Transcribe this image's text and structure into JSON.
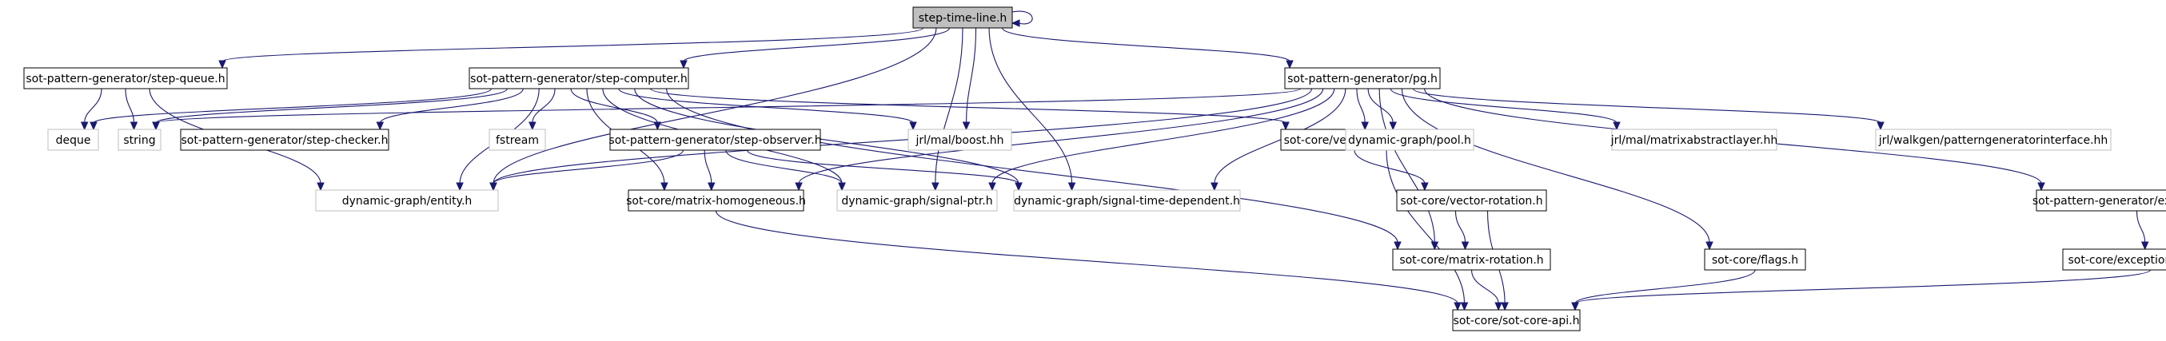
{
  "diagram": {
    "type": "include-dependency-graph",
    "colors": {
      "edge": "#191970",
      "box_black": "#000000",
      "box_gray": "#bfbfbf",
      "root_fill": "#bfbfbf"
    },
    "nodes": [
      {
        "id": "root",
        "label": "step-time-line.h",
        "style": "root"
      },
      {
        "id": "sq",
        "label": "sot-pattern-generator/step-queue.h",
        "style": "black"
      },
      {
        "id": "sc",
        "label": "sot-pattern-generator/step-computer.h",
        "style": "black"
      },
      {
        "id": "pg",
        "label": "sot-pattern-generator/pg.h",
        "style": "black"
      },
      {
        "id": "deque",
        "label": "deque",
        "style": "gray"
      },
      {
        "id": "string",
        "label": "string",
        "style": "gray"
      },
      {
        "id": "checker",
        "label": "sot-pattern-generator/step-checker.h",
        "style": "black"
      },
      {
        "id": "fstream",
        "label": "fstream",
        "style": "gray"
      },
      {
        "id": "observer",
        "label": "sot-pattern-generator/step-observer.h",
        "style": "black"
      },
      {
        "id": "boost",
        "label": "jrl/mal/boost.hh",
        "style": "gray"
      },
      {
        "id": "vrpy",
        "label": "sot-core/vector-roll-pitch-yaw.h",
        "style": "black"
      },
      {
        "id": "pool",
        "label": "dynamic-graph/pool.h",
        "style": "gray"
      },
      {
        "id": "mal",
        "label": "jrl/mal/matrixabstractlayer.hh",
        "style": "gray"
      },
      {
        "id": "walkgen",
        "label": "jrl/walkgen/patterngeneratorinterface.hh",
        "style": "gray"
      },
      {
        "id": "entity",
        "label": "dynamic-graph/entity.h",
        "style": "gray"
      },
      {
        "id": "mh",
        "label": "sot-core/matrix-homogeneous.h",
        "style": "black"
      },
      {
        "id": "sigptr",
        "label": "dynamic-graph/signal-ptr.h",
        "style": "gray"
      },
      {
        "id": "sigtd",
        "label": "dynamic-graph/signal-time-dependent.h",
        "style": "gray"
      },
      {
        "id": "vrot",
        "label": "sot-core/vector-rotation.h",
        "style": "black"
      },
      {
        "id": "excpg",
        "label": "sot-pattern-generator/exception-pg.h",
        "style": "black"
      },
      {
        "id": "mrot",
        "label": "sot-core/matrix-rotation.h",
        "style": "black"
      },
      {
        "id": "flags",
        "label": "sot-core/flags.h",
        "style": "black"
      },
      {
        "id": "excabs",
        "label": "sot-core/exception-abstract.h",
        "style": "black"
      },
      {
        "id": "api",
        "label": "sot-core/sot-core-api.h",
        "style": "black"
      }
    ],
    "edges": [
      [
        "root",
        "root"
      ],
      [
        "root",
        "sq"
      ],
      [
        "root",
        "sc"
      ],
      [
        "root",
        "pg"
      ],
      [
        "root",
        "entity"
      ],
      [
        "root",
        "boost"
      ],
      [
        "root",
        "sigptr"
      ],
      [
        "root",
        "sigtd"
      ],
      [
        "sq",
        "deque"
      ],
      [
        "sq",
        "string"
      ],
      [
        "sq",
        "entity"
      ],
      [
        "sc",
        "deque"
      ],
      [
        "sc",
        "string"
      ],
      [
        "sc",
        "checker"
      ],
      [
        "sc",
        "fstream"
      ],
      [
        "sc",
        "observer"
      ],
      [
        "sc",
        "boost"
      ],
      [
        "sc",
        "vrpy"
      ],
      [
        "sc",
        "entity"
      ],
      [
        "sc",
        "mh"
      ],
      [
        "sc",
        "sigptr"
      ],
      [
        "sc",
        "sigtd"
      ],
      [
        "sc",
        "mrot"
      ],
      [
        "pg",
        "string"
      ],
      [
        "pg",
        "vrpy"
      ],
      [
        "pg",
        "pool"
      ],
      [
        "pg",
        "mal"
      ],
      [
        "pg",
        "walkgen"
      ],
      [
        "pg",
        "excpg"
      ],
      [
        "pg",
        "entity"
      ],
      [
        "pg",
        "mh"
      ],
      [
        "pg",
        "sigptr"
      ],
      [
        "pg",
        "sigtd"
      ],
      [
        "pg",
        "mrot"
      ],
      [
        "pg",
        "flags"
      ],
      [
        "observer",
        "entity"
      ],
      [
        "observer",
        "mh"
      ],
      [
        "observer",
        "sigptr"
      ],
      [
        "observer",
        "sigtd"
      ],
      [
        "vrpy",
        "vrot"
      ],
      [
        "vrpy",
        "api"
      ],
      [
        "vrot",
        "mrot"
      ],
      [
        "vrot",
        "api"
      ],
      [
        "mrot",
        "api"
      ],
      [
        "mh",
        "api"
      ],
      [
        "flags",
        "api"
      ],
      [
        "excpg",
        "excabs"
      ],
      [
        "excabs",
        "api"
      ]
    ]
  }
}
